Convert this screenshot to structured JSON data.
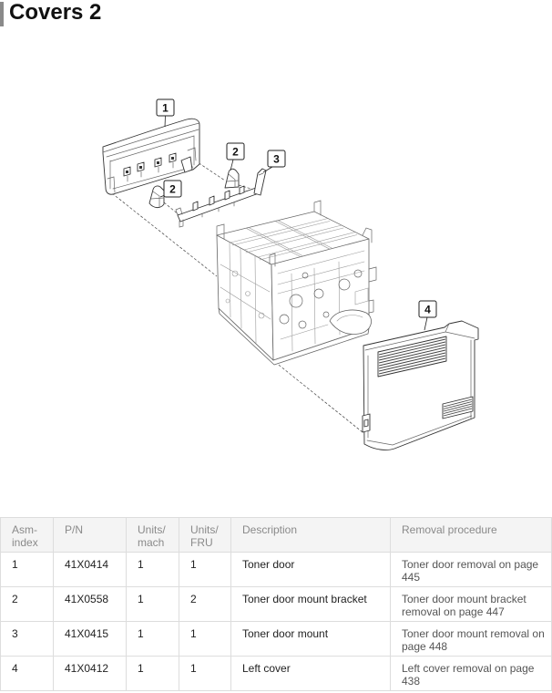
{
  "page": {
    "title": "Covers 2"
  },
  "diagram": {
    "callouts": [
      {
        "label": "1"
      },
      {
        "label": "2"
      },
      {
        "label": "3"
      },
      {
        "label": "2"
      },
      {
        "label": "4"
      }
    ]
  },
  "table": {
    "headers": {
      "asm_index": "Asm-\nindex",
      "pn": "P/N",
      "units_mach": "Units/\nmach",
      "units_fru": "Units/\nFRU",
      "description": "Description",
      "removal": "Removal procedure"
    },
    "rows": [
      {
        "asm_index": "1",
        "pn": "41X0414",
        "units_mach": "1",
        "units_fru": "1",
        "description": "Toner door",
        "removal": "Toner door removal on page 445"
      },
      {
        "asm_index": "2",
        "pn": "41X0558",
        "units_mach": "1",
        "units_fru": "2",
        "description": "Toner door mount bracket",
        "removal": "Toner door mount bracket removal on page 447"
      },
      {
        "asm_index": "3",
        "pn": "41X0415",
        "units_mach": "1",
        "units_fru": "1",
        "description": "Toner door mount",
        "removal": "Toner door mount removal on page 448"
      },
      {
        "asm_index": "4",
        "pn": "41X0412",
        "units_mach": "1",
        "units_fru": "1",
        "description": "Left cover",
        "removal": "Left cover removal on page 438"
      }
    ]
  },
  "theme": {
    "title_bar": "#8a8a8a",
    "header_bg": "#f4f4f4",
    "border": "#dddddd",
    "header_text": "#8a8a8a",
    "body_text": "#222222",
    "removal_text": "#555555"
  }
}
